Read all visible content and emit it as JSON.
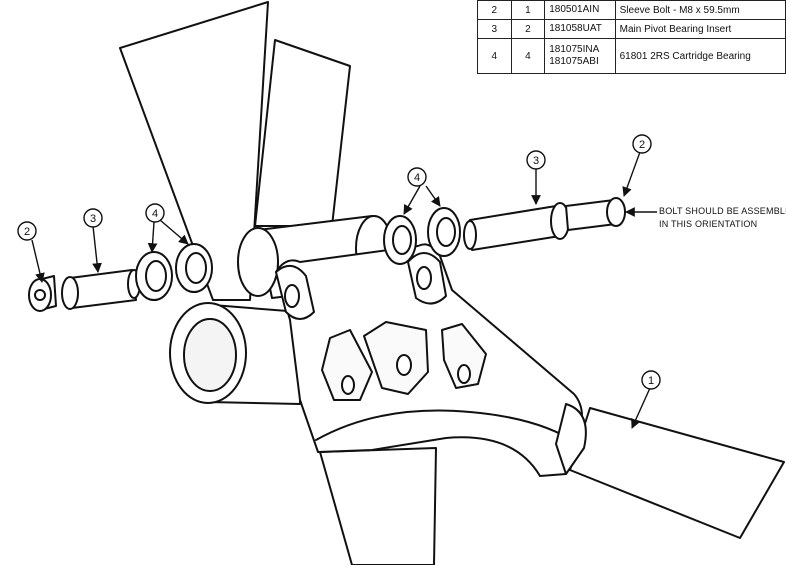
{
  "parts_table": {
    "rows": [
      {
        "item": "2",
        "qty": "1",
        "part_numbers": [
          "180501AIN"
        ],
        "description": "Sleeve Bolt - M8 x 59.5mm"
      },
      {
        "item": "3",
        "qty": "2",
        "part_numbers": [
          "181058UAT"
        ],
        "description": "Main Pivot Bearing Insert"
      },
      {
        "item": "4",
        "qty": "4",
        "part_numbers": [
          "181075INA",
          "181075ABI"
        ],
        "description": "61801 2RS Cartridge Bearing"
      }
    ]
  },
  "callouts": {
    "left_bolt": "2",
    "left_insert": "3",
    "left_bearings": "4",
    "right_bearings": "4",
    "right_insert": "3",
    "right_bolt": "2",
    "frame": "1"
  },
  "note": {
    "line1": "BOLT SHOULD BE ASSEMBLED",
    "line2": "IN THIS ORIENTATION"
  }
}
